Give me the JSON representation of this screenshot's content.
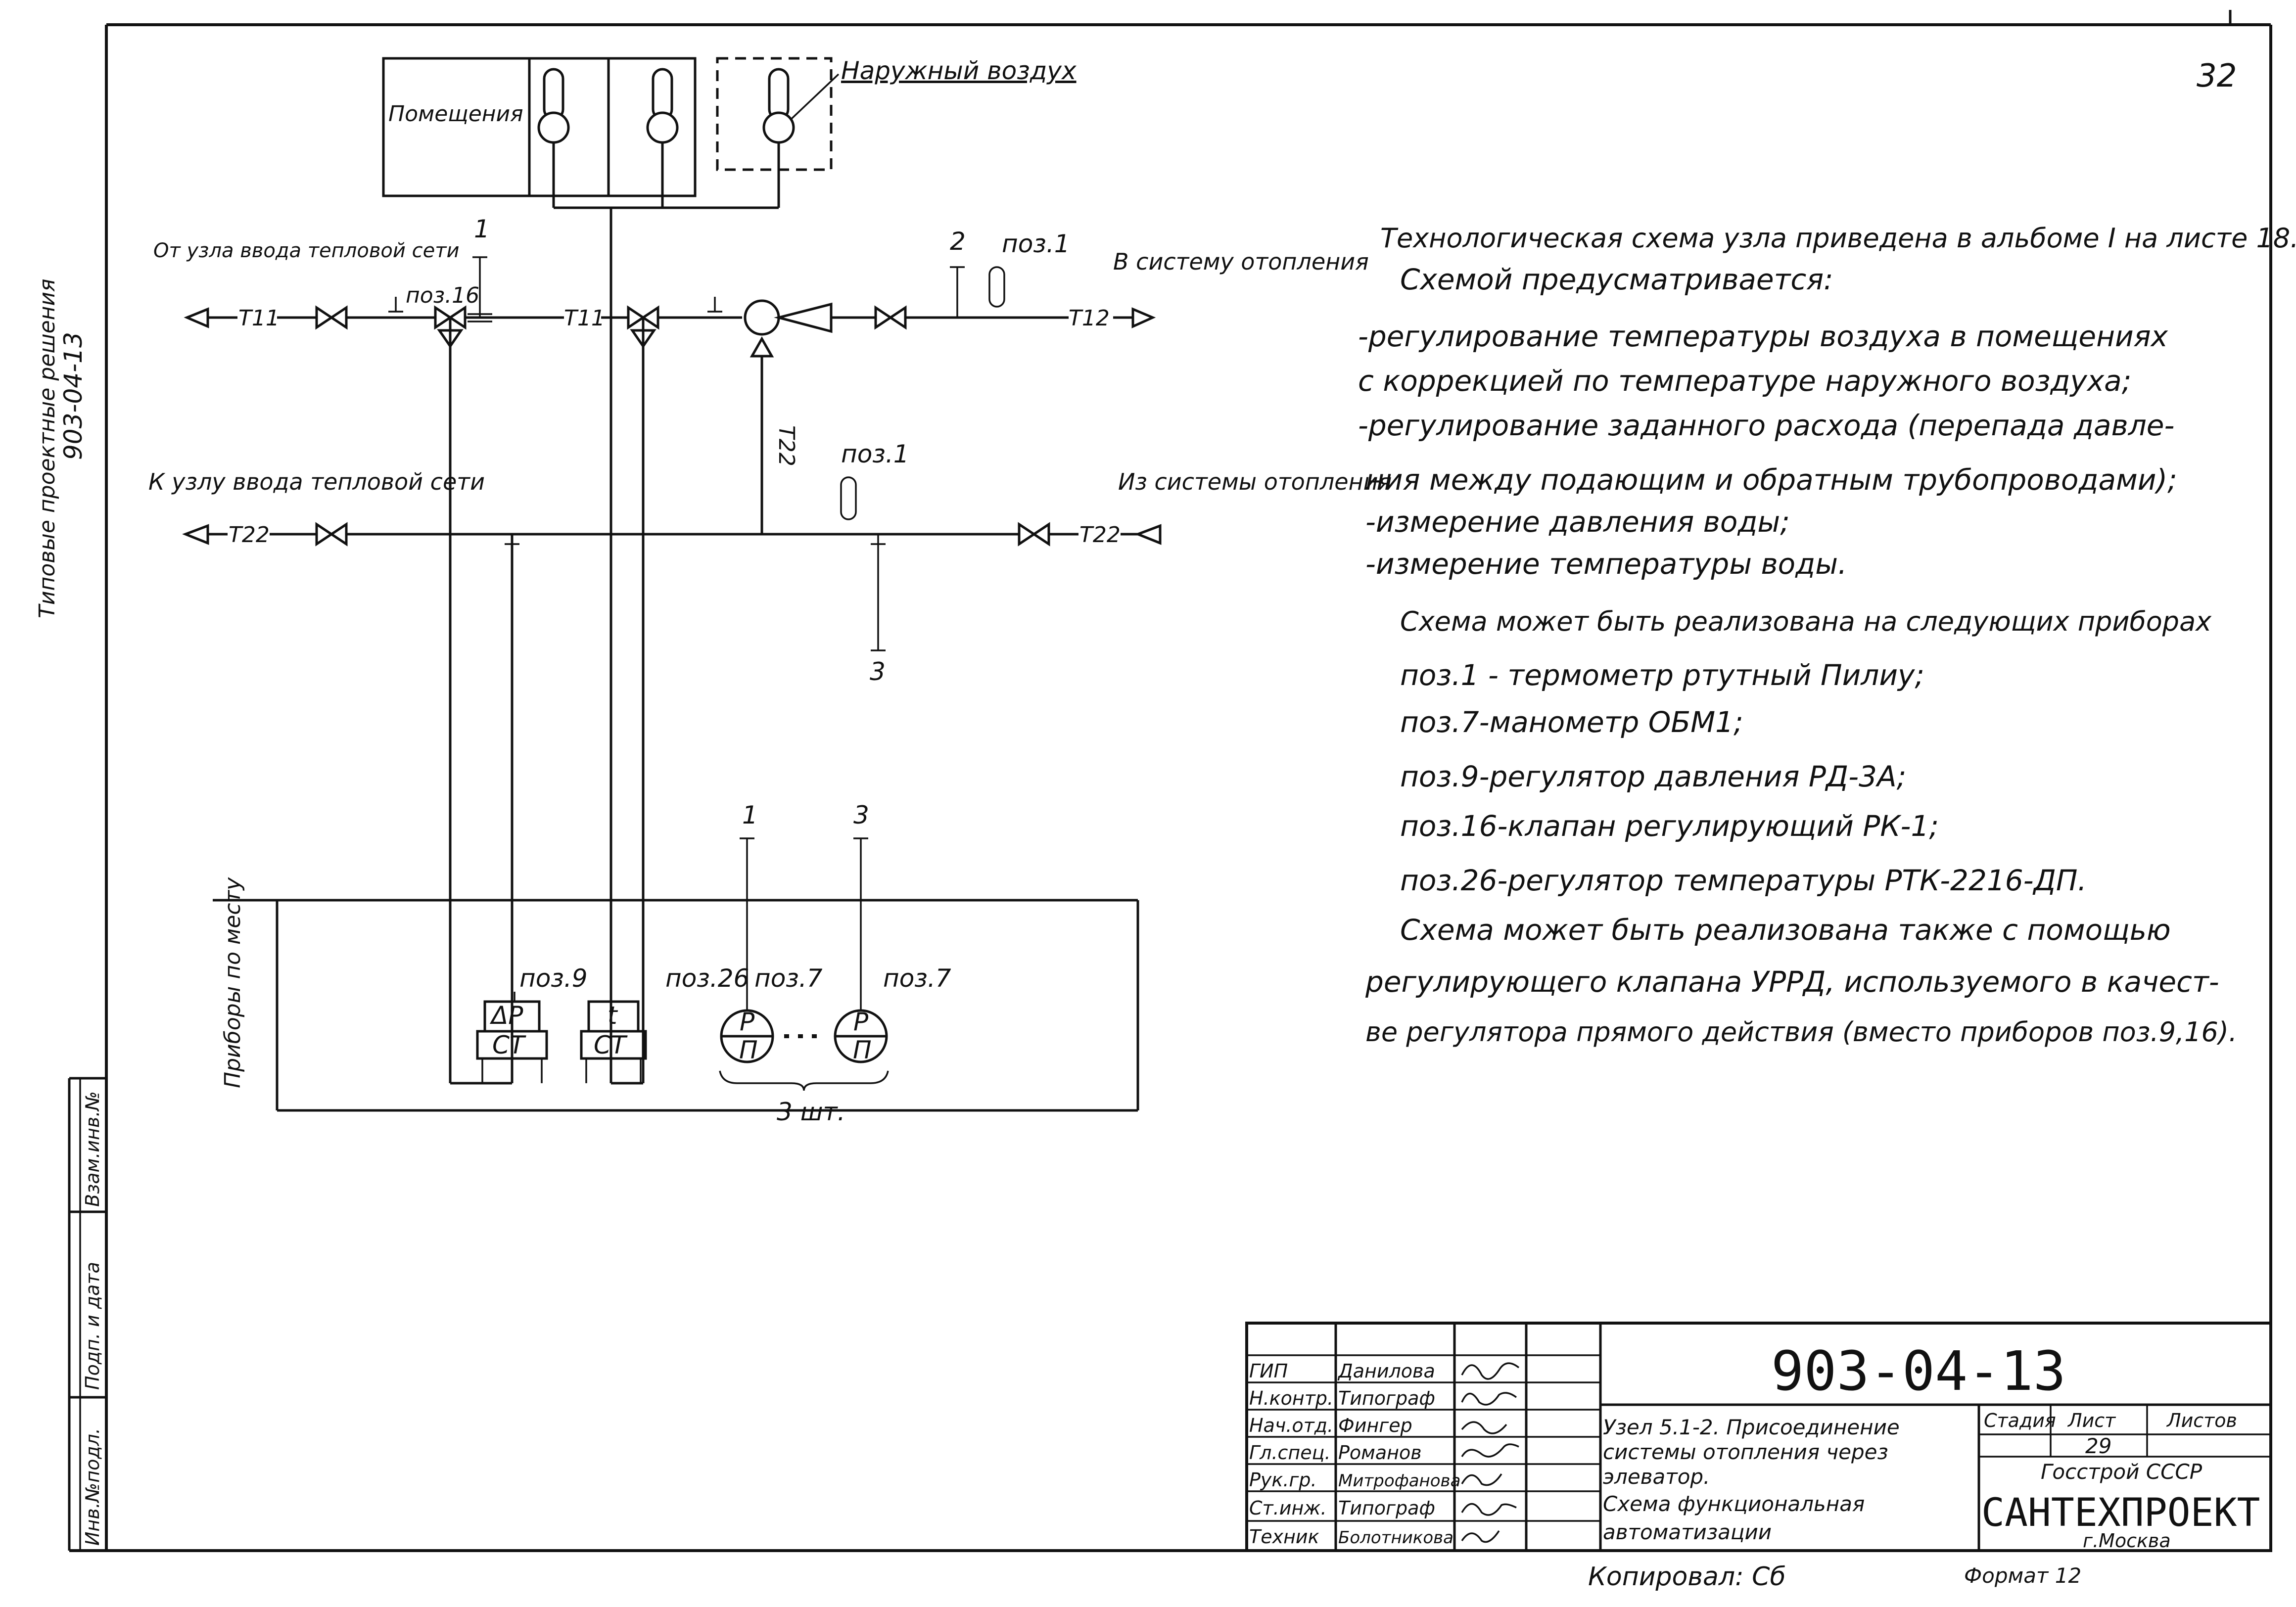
{
  "sheet_number": "32",
  "left_margin": {
    "series": "Типовые проектные решения",
    "code": "903-04-13",
    "stamp_cells": [
      "Инв.№подл.",
      "Подп. и дата",
      "Взам.инв.№"
    ]
  },
  "rooms": {
    "rooms_label": "Помещения",
    "outdoor_label": "Наружный воздух"
  },
  "pipes": {
    "supply_from": "От узла ввода тепловой сети",
    "supply_to": "В систему отопления",
    "return_to": "К узлу ввода тепловой сети",
    "return_from": "Из системы отопления",
    "t11_a": "Т11",
    "t11_b": "Т11",
    "t12": "Т12",
    "t22_vertical": "Т22",
    "t22_a": "Т22",
    "t22_b": "Т22",
    "pos16": "поз.16",
    "mark1": "1",
    "mark2": "2",
    "pos1_top": "поз.1",
    "pos1_mid": "поз.1",
    "mark3": "3"
  },
  "panel": {
    "label": "Приборы по месту",
    "pos9": "поз.9",
    "pos26": "поз.26",
    "pos7a": "поз.7",
    "pos7b": "поз.7",
    "line1": "1",
    "line3": "3",
    "dp": "ΔP",
    "ct_a": "СТ",
    "t": "t",
    "ct_b": "СТ",
    "p": "P",
    "pi_a": "П",
    "pi_b": "П",
    "qty": "3 шт."
  },
  "notes": {
    "lines": [
      "Технологическая схема узла приведена в альбоме I на листе 18.",
      "Схемой предусматривается:",
      "-регулирование температуры воздуха в помещениях",
      "с коррекцией по температуре наружного воздуха;",
      "-регулирование заданного расхода (перепада давле-",
      "ния между подающим и обратным трубопроводами);",
      "-измерение давления воды;",
      "-измерение температуры воды.",
      "Схема может быть реализована на следующих приборах",
      "поз.1 - термометр ртутный Пилиу;",
      "поз.7-манометр ОБМ1;",
      "поз.9-регулятор давления РД-3А;",
      "поз.16-клапан регулирующий РК-1;",
      "поз.26-регулятор температуры РТК-2216-ДП.",
      "Схема может быть реализована также с помощью",
      "регулирующего клапана УРРД, используемого в качест-",
      "ве регулятора прямого действия (вместо приборов поз.9,16)."
    ]
  },
  "title_block": {
    "roles": [
      "ГИП",
      "Н.контр.",
      "Нач.отд.",
      "Гл.спец.",
      "Рук.гр.",
      "Ст.инж.",
      "Техник"
    ],
    "names": [
      "Данилова",
      "Типограф",
      "Фингер",
      "Романов",
      "Митрофанова",
      "Типограф",
      "Болотникова"
    ],
    "doc_code": "903-04-13",
    "description": [
      "Узел 5.1-2. Присоединение",
      "системы отопления через",
      "элеватор.",
      "Схема функциональная",
      "автоматизации"
    ],
    "stage_label": "Стадия",
    "sheet_label": "Лист",
    "sheets_label": "Листов",
    "sheet_value": "29",
    "org_top": "Госстрой СССР",
    "org_name": "САНТЕХПРОЕКТ",
    "org_city": "г.Москва"
  },
  "footer": {
    "copied": "Копировал: Сб",
    "format": "Формат 12"
  }
}
